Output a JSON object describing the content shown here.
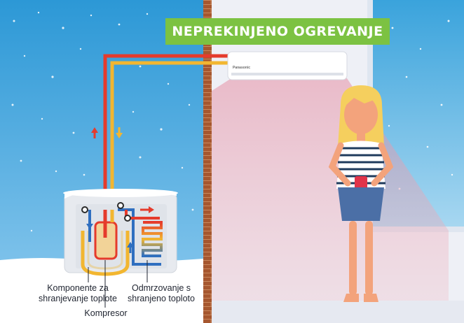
{
  "banner": {
    "text": "NEPREKINJENO OGREVANJE"
  },
  "indoor_unit": {
    "brand": "Panasonic"
  },
  "labels": {
    "heat_storage": "Komponente za\nshranjevanje toplote",
    "compressor": "Kompresor",
    "defrost": "Odmrzovanje s\nshranjeno toploto"
  },
  "colors": {
    "banner_green": "#7cc242",
    "hot_pipe_red": "#e53b2c",
    "warm_pipe_yellow": "#f2b630",
    "cold_pipe_blue": "#2f6fc0",
    "wall_brown": "#a6572f",
    "sky_blue": "#2f9bd8"
  },
  "icons": [
    "up-arrow-red-icon",
    "down-arrow-yellow-icon",
    "right-arrow-red-icon",
    "up-arrow-blue-icon",
    "down-arrow-blue-icon"
  ]
}
